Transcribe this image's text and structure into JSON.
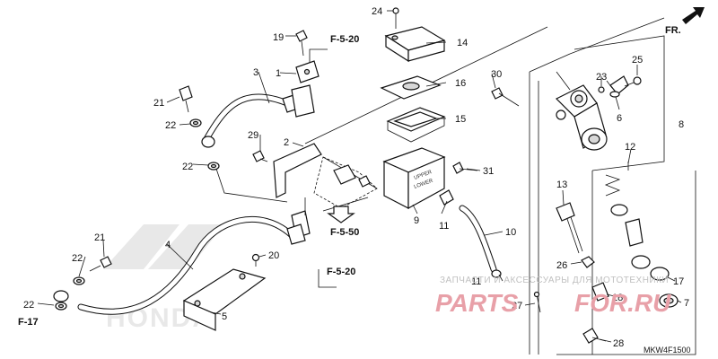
{
  "orientation": {
    "label": "FR.",
    "icon": "front-direction-arrow-icon"
  },
  "diagram_code": "MKW4F1500",
  "watermark": {
    "caption": "ЗАПЧАСТИ И АКСЕССУАРЫ ДЛЯ МОТОТЕХНИКИ",
    "brand_left": "PARTS",
    "brand_right": "FOR.RU",
    "brand_color": "#e8a0a8",
    "caption_color": "#c8c8c8",
    "background_logo": "HONDA"
  },
  "part_numbers": {
    "p1": "1",
    "p2": "2",
    "p3": "3",
    "p4": "4",
    "p5": "5",
    "p6": "6",
    "p7": "7",
    "p8": "8",
    "p9": "9",
    "p10": "10",
    "p11": "11",
    "p11b": "11",
    "p12": "12",
    "p13": "13",
    "p14": "14",
    "p15": "15",
    "p16": "16",
    "p17": "17",
    "p18": "18",
    "p19": "19",
    "p20": "20",
    "p21a": "21",
    "p21b": "21",
    "p22a": "22",
    "p22b": "22",
    "p22c": "22",
    "p22d": "22",
    "p23": "23",
    "p24": "24",
    "p25": "25",
    "p26": "26",
    "p27": "27",
    "p28": "28",
    "p29": "29",
    "p30": "30",
    "p31": "31"
  },
  "references": {
    "f520a": "F-5-20",
    "f520b": "F-5-20",
    "f550": "F-5-50",
    "f17": "F-17"
  }
}
